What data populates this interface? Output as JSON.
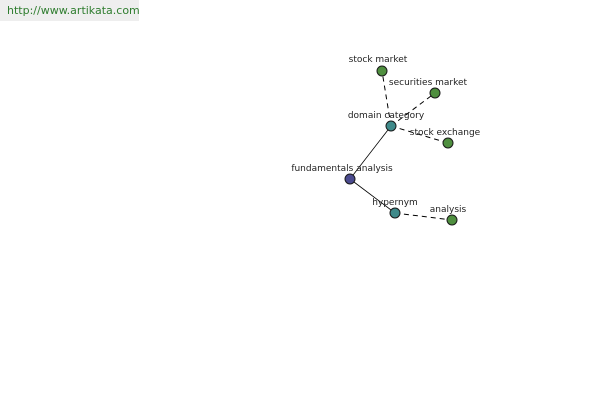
{
  "watermark": {
    "text": "http://www.artikata.com"
  },
  "graph": {
    "colors": {
      "center": "#4b4b8f",
      "relation": "#3f8a8a",
      "leaf": "#4f8f3f"
    },
    "nodes": {
      "center": "fundamentals analysis",
      "domain_category": "domain category",
      "hypernym": "hypernym",
      "stock_market": "stock market",
      "securities_market": "securities market",
      "stock_exchange": "stock exchange",
      "analysis": "analysis"
    }
  }
}
